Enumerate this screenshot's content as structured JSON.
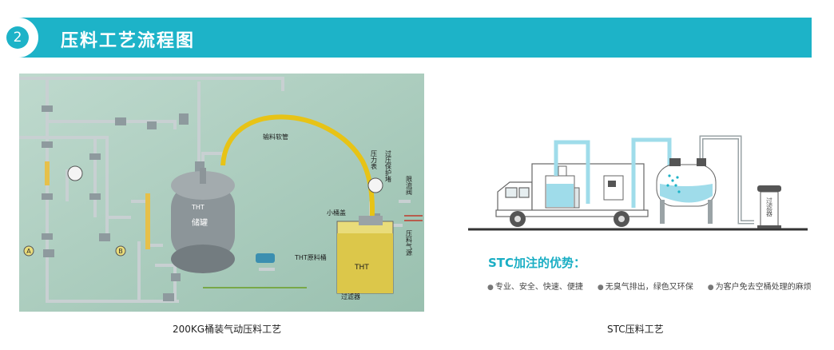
{
  "banner": {
    "number": "2",
    "title": "压料工艺流程图"
  },
  "left": {
    "caption": "200KG桶装气动压料工艺",
    "labels": {
      "hose": "输料软管",
      "gauge": "压力表",
      "relief": "过压保护堵",
      "limit": "限流阀",
      "lid": "小桶盖",
      "tank1": "THT",
      "tank2": "储罐",
      "drum_label": "THT原料桶",
      "drum_text": "THT",
      "air": "压料气源",
      "filter": "过滤器",
      "a": "A",
      "b": "B"
    }
  },
  "right": {
    "caption": "STC压料工艺",
    "filter_label": "过滤器",
    "adv_title": "STC加注的优势：",
    "adv_items": [
      "专业、安全、快速、便捷",
      "无臭气排出，绿色又环保",
      "为客户免去空桶处理的麻烦"
    ]
  },
  "colors": {
    "accent": "#1db3c8",
    "board": "#a9cdbd",
    "pipe": "#b9c3c6",
    "hose": "#e7c316",
    "water": "#9fdcea"
  }
}
